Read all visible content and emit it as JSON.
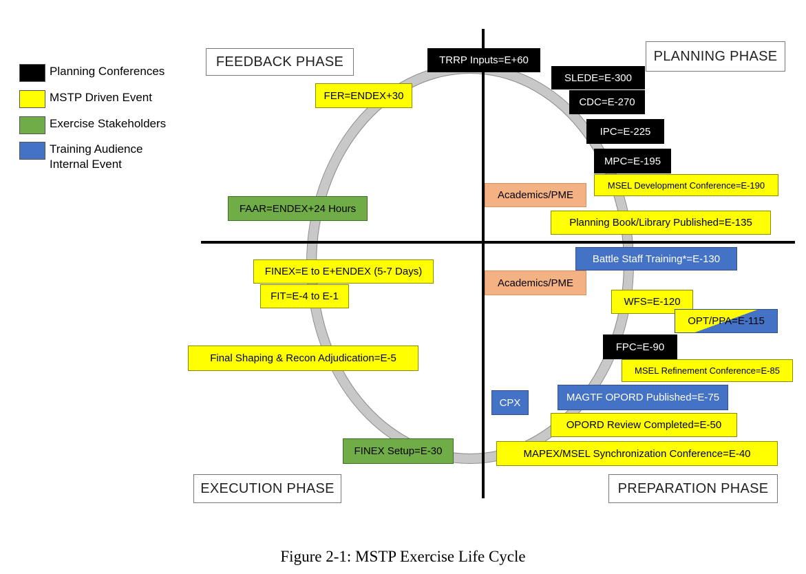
{
  "legend": [
    {
      "label": "Planning Conferences",
      "color": "#000000"
    },
    {
      "label": "MSTP Driven Event",
      "color": "#ffff00"
    },
    {
      "label": "Exercise Stakeholders",
      "color": "#70ad47"
    },
    {
      "label": "Training Audience Internal Event",
      "color": "#4472c4"
    }
  ],
  "phases": {
    "feedback": "FEEDBACK PHASE",
    "planning": "PLANNING PHASE",
    "execution": "EXECUTION PHASE",
    "preparation": "PREPARATION PHASE"
  },
  "events": {
    "trrp": "TRRP Inputs=E+60",
    "slede": "SLEDE=E-300",
    "cdc": "CDC=E-270",
    "ipc": "IPC=E-225",
    "mpc": "MPC=E-195",
    "msel_dev": "MSEL Development Conference=E-190",
    "academics_top": "Academics/PME",
    "planning_book": "Planning Book/Library Published=E-135",
    "battle_staff": "Battle Staff Training*=E-130",
    "academics_bottom": "Academics/PME",
    "wfs": "WFS=E-120",
    "opt_ppa": "OPT/PPA=E-115",
    "fpc": "FPC=E-90",
    "msel_ref": "MSEL Refinement Conference=E-85",
    "magtf_opord": "MAGTF OPORD Published=E-75",
    "cpx": "CPX",
    "opord_review": "OPORD Review Completed=E-50",
    "mapex": "MAPEX/MSEL Synchronization Conference=E-40",
    "finex_setup": "FINEX Setup=E-30",
    "final_shaping": "Final Shaping & Recon Adjudication=E-5",
    "fit": "FIT=E-4 to E-1",
    "finex": "FINEX=E to E+ENDEX (5-7 Days)",
    "faar": "FAAR=ENDEX+24 Hours",
    "fer": "FER=ENDEX+30"
  },
  "caption": "Figure 2-1: MSTP Exercise Life Cycle"
}
